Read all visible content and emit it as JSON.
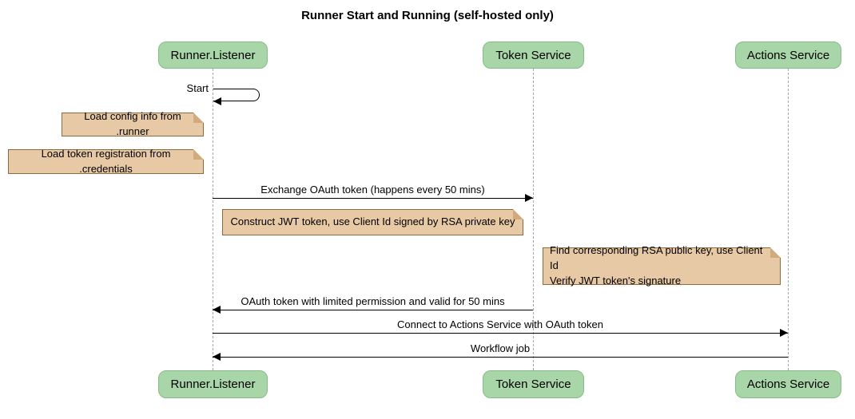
{
  "title": "Runner Start and Running (self-hosted only)",
  "participants": [
    {
      "label": "Runner.Listener"
    },
    {
      "label": "Token Service"
    },
    {
      "label": "Actions Service"
    }
  ],
  "messages": [
    {
      "label": "Start",
      "from": "Runner.Listener",
      "to": "Runner.Listener",
      "kind": "self"
    },
    {
      "label": "Exchange OAuth token (happens every 50 mins)",
      "from": "Runner.Listener",
      "to": "Token Service",
      "kind": "solid-arrow"
    },
    {
      "label": "OAuth token with limited permission and valid for 50 mins",
      "from": "Token Service",
      "to": "Runner.Listener",
      "kind": "solid-arrow"
    },
    {
      "label": "Connect to Actions Service with OAuth token",
      "from": "Runner.Listener",
      "to": "Actions Service",
      "kind": "solid-arrow"
    },
    {
      "label": "Workflow job",
      "from": "Actions Service",
      "to": "Runner.Listener",
      "kind": "solid-arrow"
    }
  ],
  "notes": [
    {
      "text": "Load config info from .runner",
      "anchor": "left of Runner.Listener"
    },
    {
      "text": "Load token registration from .credentials",
      "anchor": "left of Runner.Listener"
    },
    {
      "text": "Construct JWT token, use Client Id signed by RSA private key",
      "anchor": "between Runner.Listener and Token Service"
    },
    {
      "text": "Find corresponding RSA public key, use Client Id\nVerify JWT token's signature",
      "anchor": "between Token Service and Actions Service"
    }
  ],
  "colors": {
    "participant-fill": "#a9d6a9",
    "participant-stroke": "#86bb86",
    "note-fill": "#e8c9a6",
    "note-stroke": "#8a6b3f",
    "note-fold": "#d2ab7c",
    "lifeline": "#a6a6a6",
    "line": "#000000",
    "text": "#000000"
  }
}
